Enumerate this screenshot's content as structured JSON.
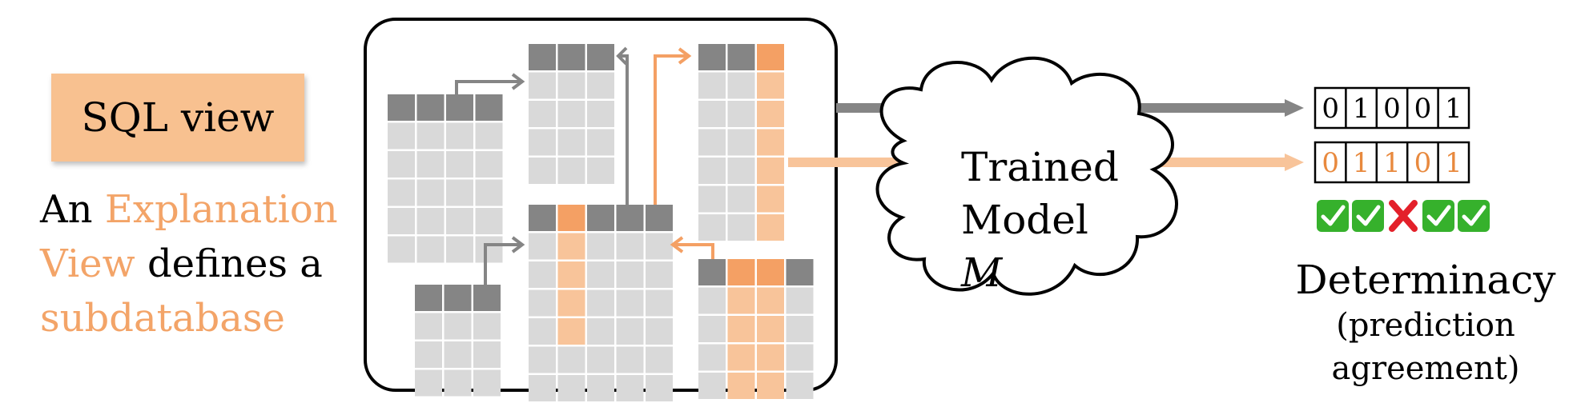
{
  "sql_view_label": "SQL view",
  "explanation": {
    "w1": "An",
    "w2": "Explanation",
    "w3": "View",
    "w4": "defines a",
    "w5": "subdatabase"
  },
  "model": {
    "line1": "Trained",
    "line2_prefix": "Model",
    "line2_var": "M"
  },
  "full_predictions": [
    "0",
    "1",
    "0",
    "0",
    "1"
  ],
  "view_predictions": [
    "0",
    "1",
    "1",
    "0",
    "1"
  ],
  "agreement": [
    true,
    true,
    false,
    true,
    true
  ],
  "determinacy": {
    "title": "Determinacy",
    "sub1": "(prediction",
    "sub2": "agreement)"
  },
  "colors": {
    "dark_gray": "#858585",
    "light_gray": "#d9d9d9",
    "orange": "#f4a064",
    "light_orange": "#f8c49a",
    "check_green": "#36b12c",
    "cross_red": "#e3202a"
  }
}
